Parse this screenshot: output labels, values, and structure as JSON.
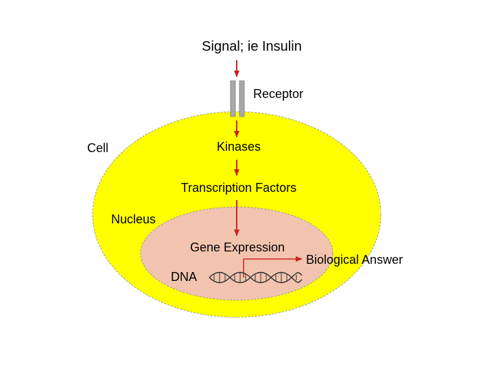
{
  "labels": {
    "signal": "Signal; ie Insulin",
    "receptor": "Receptor",
    "cell": "Cell",
    "kinases": "Kinases",
    "transcription_factors": "Transcription Factors",
    "nucleus": "Nucleus",
    "gene_expression": "Gene Expression",
    "biological_answer": "Biological Answer",
    "dna": "DNA"
  },
  "colors": {
    "cell_fill": "#ffff00",
    "nucleus_fill": "#f2c4b0",
    "arrow": "#cc2222",
    "receptor": "#a8a8a8",
    "dna_strand": "#333333"
  }
}
